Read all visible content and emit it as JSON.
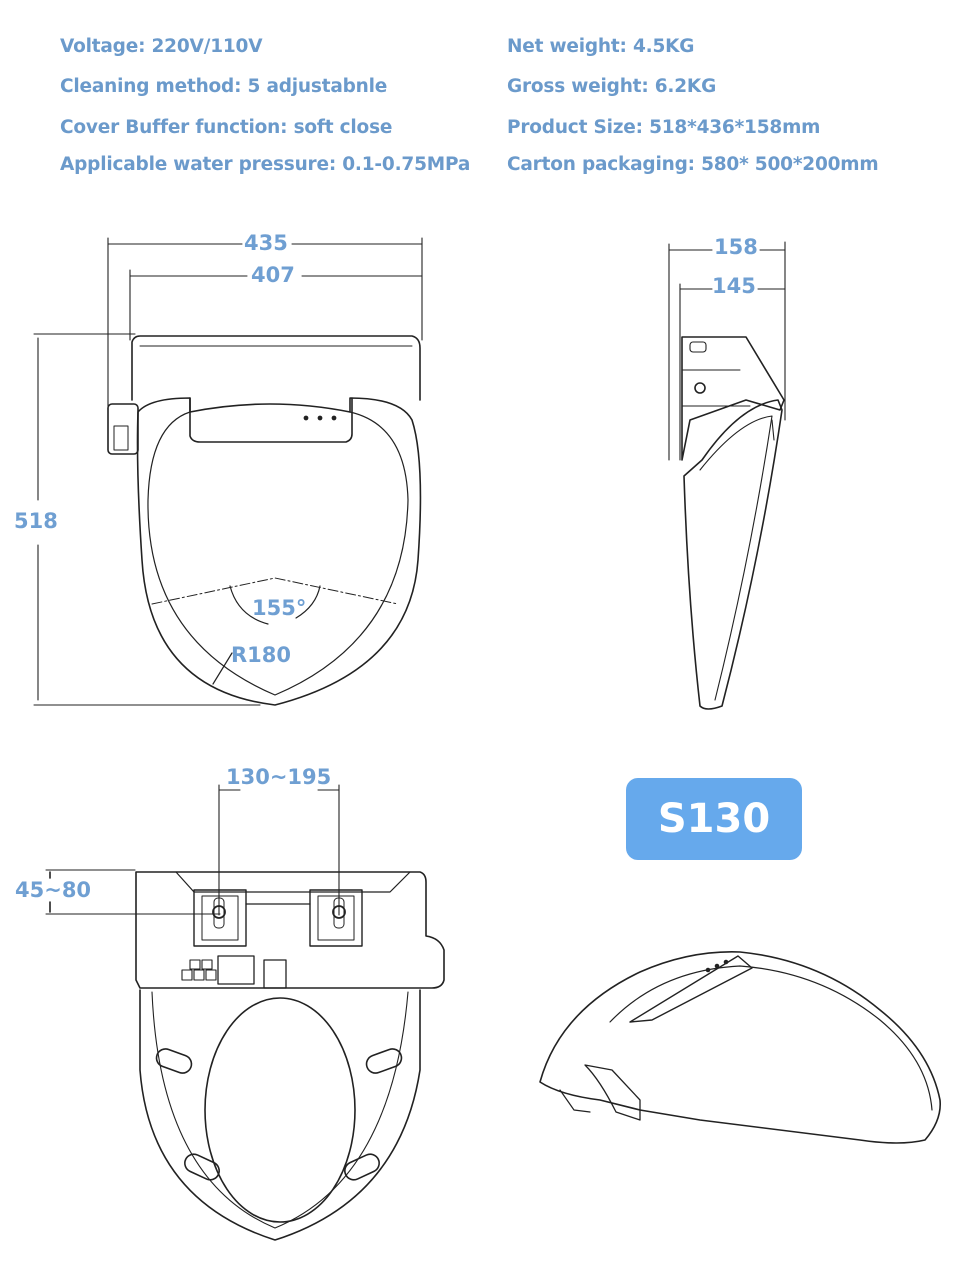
{
  "specs": {
    "left": [
      "Voltage: 220V/110V",
      "Cleaning  method: 5 adjustabnle",
      "Cover Buffer function: soft close",
      "Applicable water pressure: 0.1-0.75MPa"
    ],
    "right": [
      "Net weight: 4.5KG",
      "Gross weight: 6.2KG",
      "Product Size: 518*436*158mm",
      "Carton packaging: 580* 500*200mm"
    ]
  },
  "top_view": {
    "width_outer": "435",
    "width_inner": "407",
    "length": "518",
    "angle": "155°",
    "radius": "R180"
  },
  "side_view": {
    "depth_outer": "158",
    "depth_inner": "145"
  },
  "bottom_view": {
    "bolt_spacing": "130~195",
    "bolt_offset": "45~80"
  },
  "model_badge": {
    "label": "S130",
    "color": "#66a9ec"
  },
  "colors": {
    "text_blue": "#6b9acb",
    "line": "#222222"
  }
}
